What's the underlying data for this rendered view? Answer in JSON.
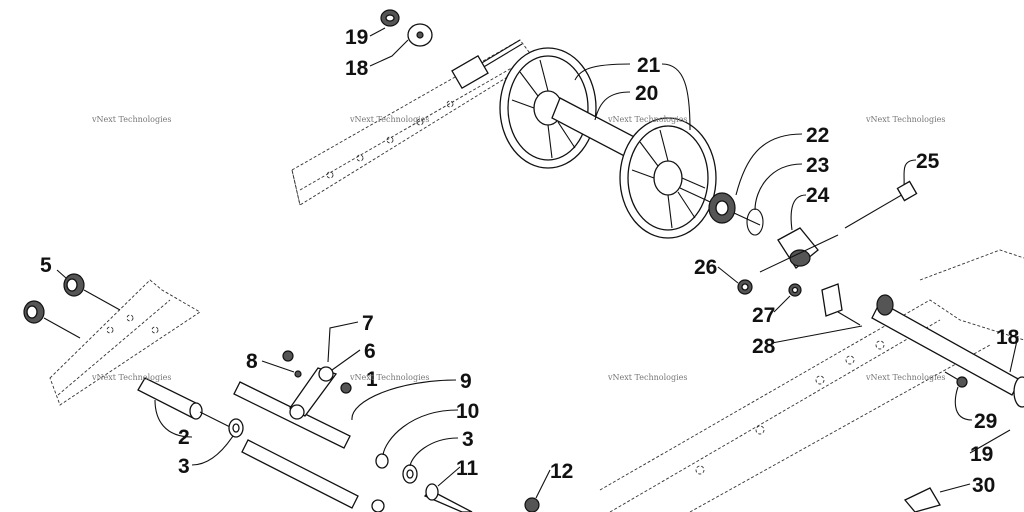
{
  "watermark": "vNext Technologies",
  "callouts": {
    "c19a": "19",
    "c18a": "18",
    "c21": "21",
    "c20": "20",
    "c22": "22",
    "c23": "23",
    "c24": "24",
    "c25": "25",
    "c5": "5",
    "c26": "26",
    "c27": "27",
    "c28": "28",
    "c18b": "18",
    "c7": "7",
    "c8": "8",
    "c6": "6",
    "c1": "1",
    "c9": "9",
    "c10": "10",
    "c2": "2",
    "c3a": "3",
    "c3b": "3",
    "c11": "11",
    "c12": "12",
    "c29": "29",
    "c19b": "19",
    "c30": "30"
  }
}
